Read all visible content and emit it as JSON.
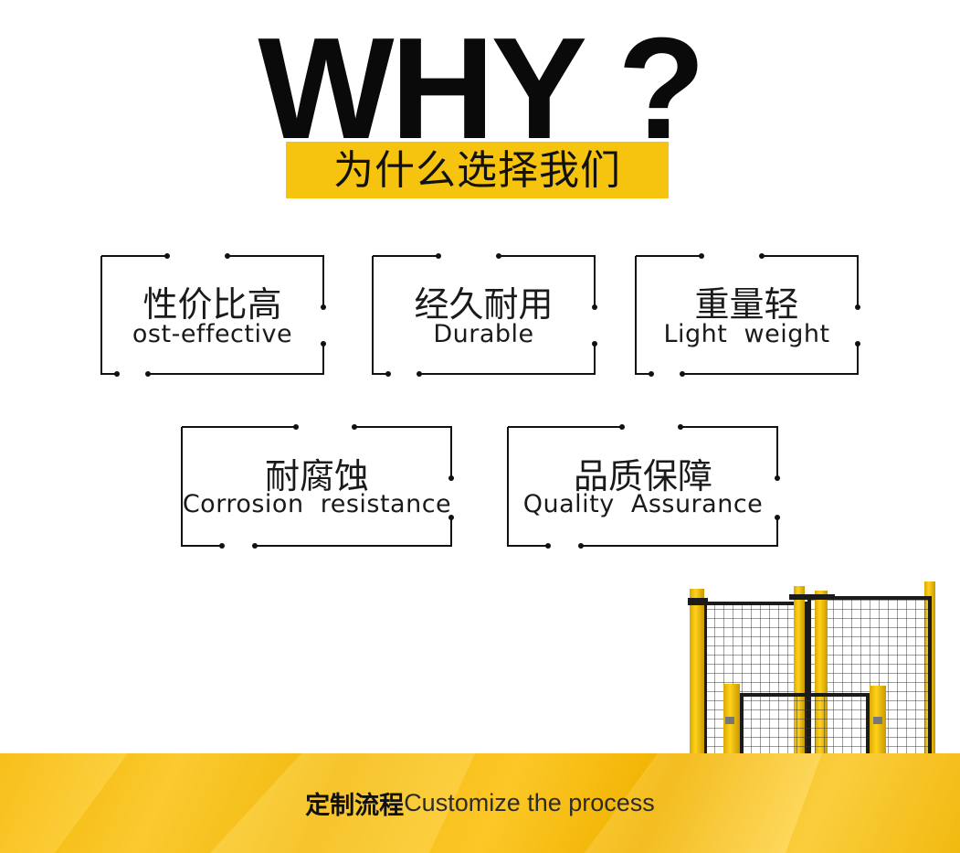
{
  "heading": {
    "title": "WHY ?",
    "subtitle": "为什么选择我们"
  },
  "features": [
    {
      "zh": "性价比高",
      "en": "ost-effective"
    },
    {
      "zh": "经久耐用",
      "en": "Durable"
    },
    {
      "zh": "重量轻",
      "en": "Light  weight"
    },
    {
      "zh": "耐腐蚀",
      "en": "Corrosion  resistance"
    },
    {
      "zh": "品质保障",
      "en": "Quality  Assurance"
    }
  ],
  "footer": {
    "zh": "定制流程",
    "en": "Customize the process"
  },
  "colors": {
    "accent": "#f6c40f",
    "text": "#111111",
    "fence_frame": "#1b1b1b",
    "fence_post": "#f4c20d"
  }
}
